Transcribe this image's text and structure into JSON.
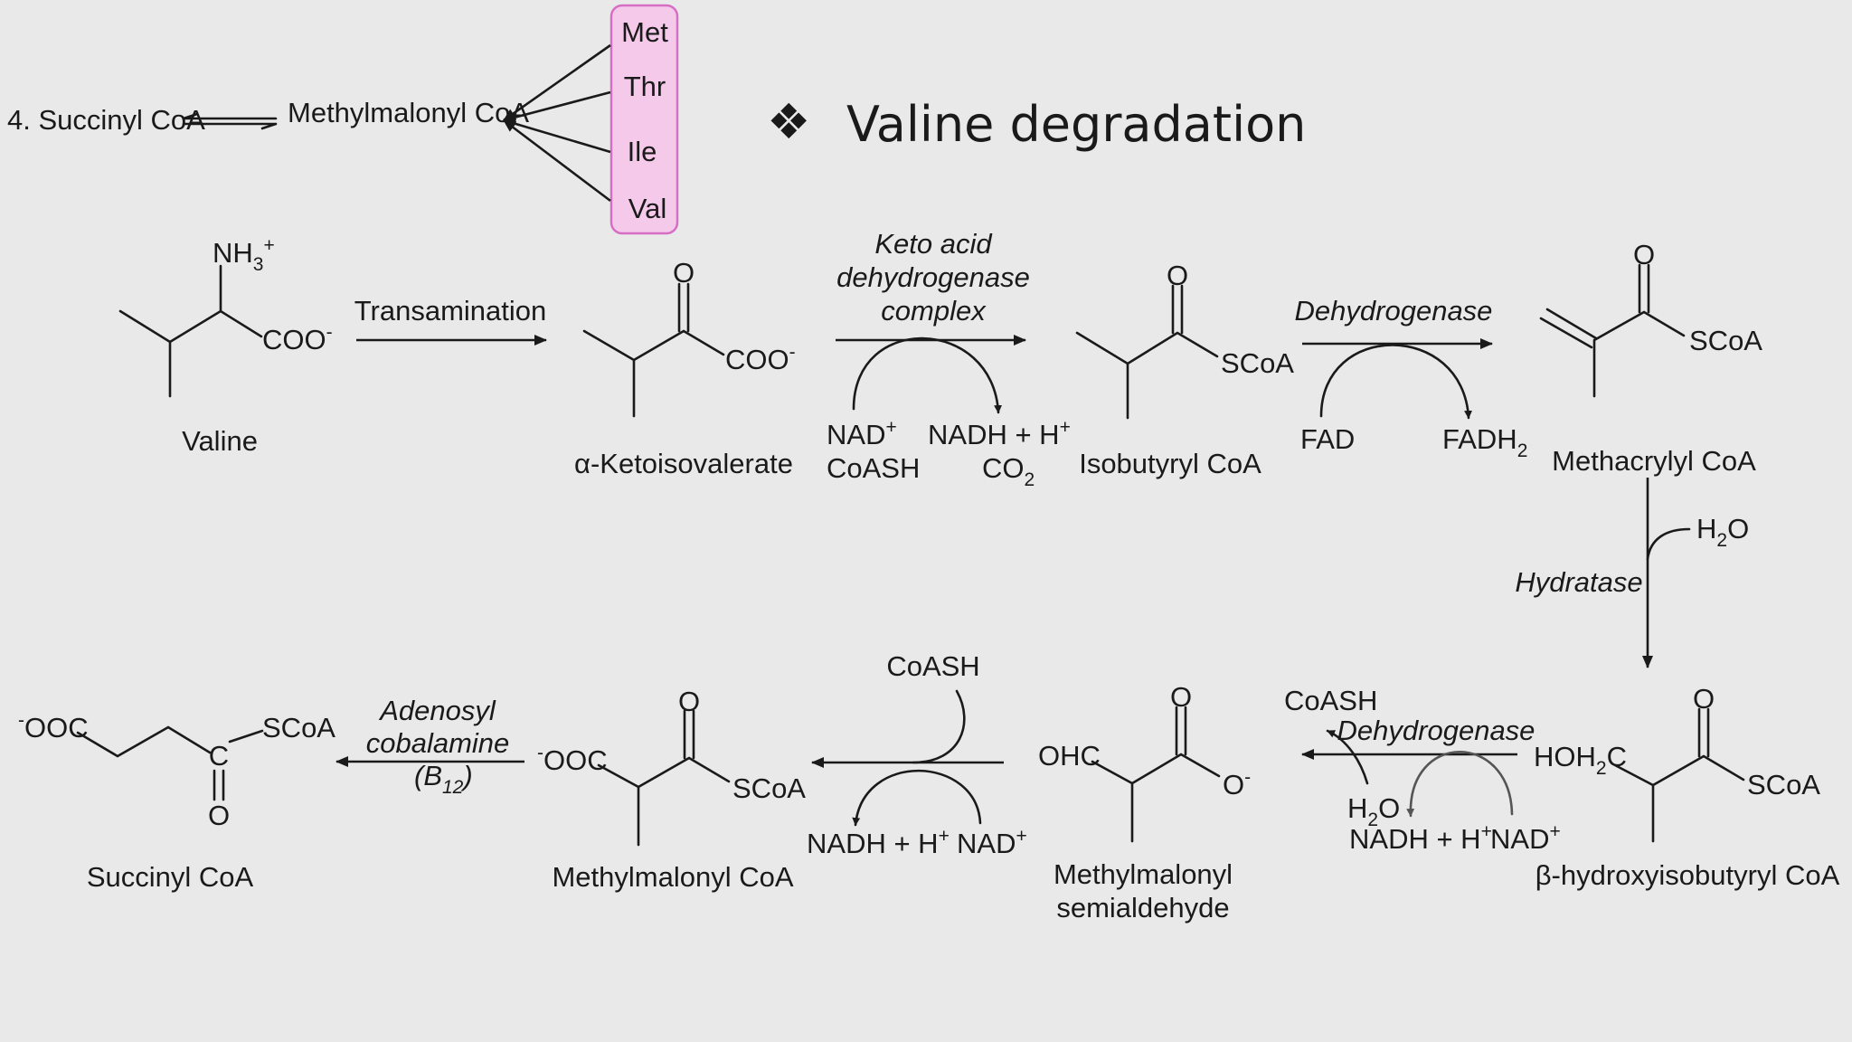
{
  "title": {
    "bullet": "❖",
    "text": "Valine degradation"
  },
  "top": {
    "lead": "4. Succinyl CoA",
    "product": "Methylmalonyl CoA",
    "sources": [
      "Met",
      "Thr",
      "Ile",
      "Val"
    ]
  },
  "row1": {
    "valine": {
      "name": "Valine",
      "amine": "NH",
      "amine_sub": "3",
      "amine_sup": "+",
      "carboxylate": "COO",
      "carboxylate_sup": "-"
    },
    "step1": {
      "enzyme": "Transamination"
    },
    "ketoisovalerate": {
      "name": "α-Ketoisovalerate",
      "oxo": "O",
      "carboxylate": "COO",
      "carboxylate_sup": "-"
    },
    "step2": {
      "enzyme_lines": [
        "Keto acid",
        "dehydrogenase",
        "complex"
      ],
      "in": {
        "nad": "NAD",
        "nad_sup": "+",
        "coash": "CoASH"
      },
      "out": {
        "nadh": "NADH + H",
        "nadh_sup": "+",
        "co2": "CO",
        "co2_sub": "2"
      }
    },
    "isobutyryl": {
      "name": "Isobutyryl CoA",
      "oxo": "O",
      "thioester": "SCoA"
    },
    "step3": {
      "enzyme": "Dehydrogenase",
      "in": "FAD",
      "out": "FADH",
      "out_sub": "2"
    },
    "methacrylyl": {
      "name": "Methacrylyl CoA",
      "oxo": "O",
      "thioester": "SCoA"
    }
  },
  "hydration": {
    "enzyme": "Hydratase",
    "water": "H",
    "water_sub": "2",
    "water_o": "O"
  },
  "row2": {
    "hydroxyisobutyryl": {
      "name": "β-hydroxyisobutyryl CoA",
      "oxo": "O",
      "thioester": "SCoA",
      "alcohol": "HOH",
      "alcohol_sub": "2",
      "alcohol_c": "C"
    },
    "step5": {
      "enzyme": "Dehydrogenase",
      "coash": "CoASH",
      "water": "H",
      "water_sub": "2",
      "water_o": "O",
      "nadh": "NADH + H",
      "nadh_sup": "+",
      "nad": "NAD",
      "nad_sup": "+"
    },
    "semialdehyde": {
      "name_lines": [
        "Methylmalonyl",
        "semialdehyde"
      ],
      "oxo": "O",
      "aldehyde": "OHC",
      "anion": "O",
      "anion_sup": "-"
    },
    "step6": {
      "coash": "CoASH",
      "nadh": "NADH + H",
      "nadh_sup": "+",
      "nad": "NAD",
      "nad_sup": "+"
    },
    "methylmalonyl": {
      "name": "Methylmalonyl CoA",
      "oxo": "O",
      "thioester": "SCoA",
      "carboxylate_sup": "-",
      "carboxylate": "OOC"
    },
    "step7": {
      "enzyme_lines": [
        "Adenosyl",
        "cobalamine"
      ],
      "cofactor": "(B",
      "cofactor_sub": "12",
      "cofactor_close": ")"
    },
    "succinyl": {
      "name": "Succinyl CoA",
      "carboxylate_sup": "-",
      "carboxylate": "OOC",
      "thioester": "SCoA",
      "carbon": "C",
      "oxo": "O"
    }
  },
  "colors": {
    "source_box_fill": "#f5c9ea",
    "source_box_stroke": "#d66fc4",
    "text": "#1a1a1a",
    "background": "#e9e9e9"
  }
}
